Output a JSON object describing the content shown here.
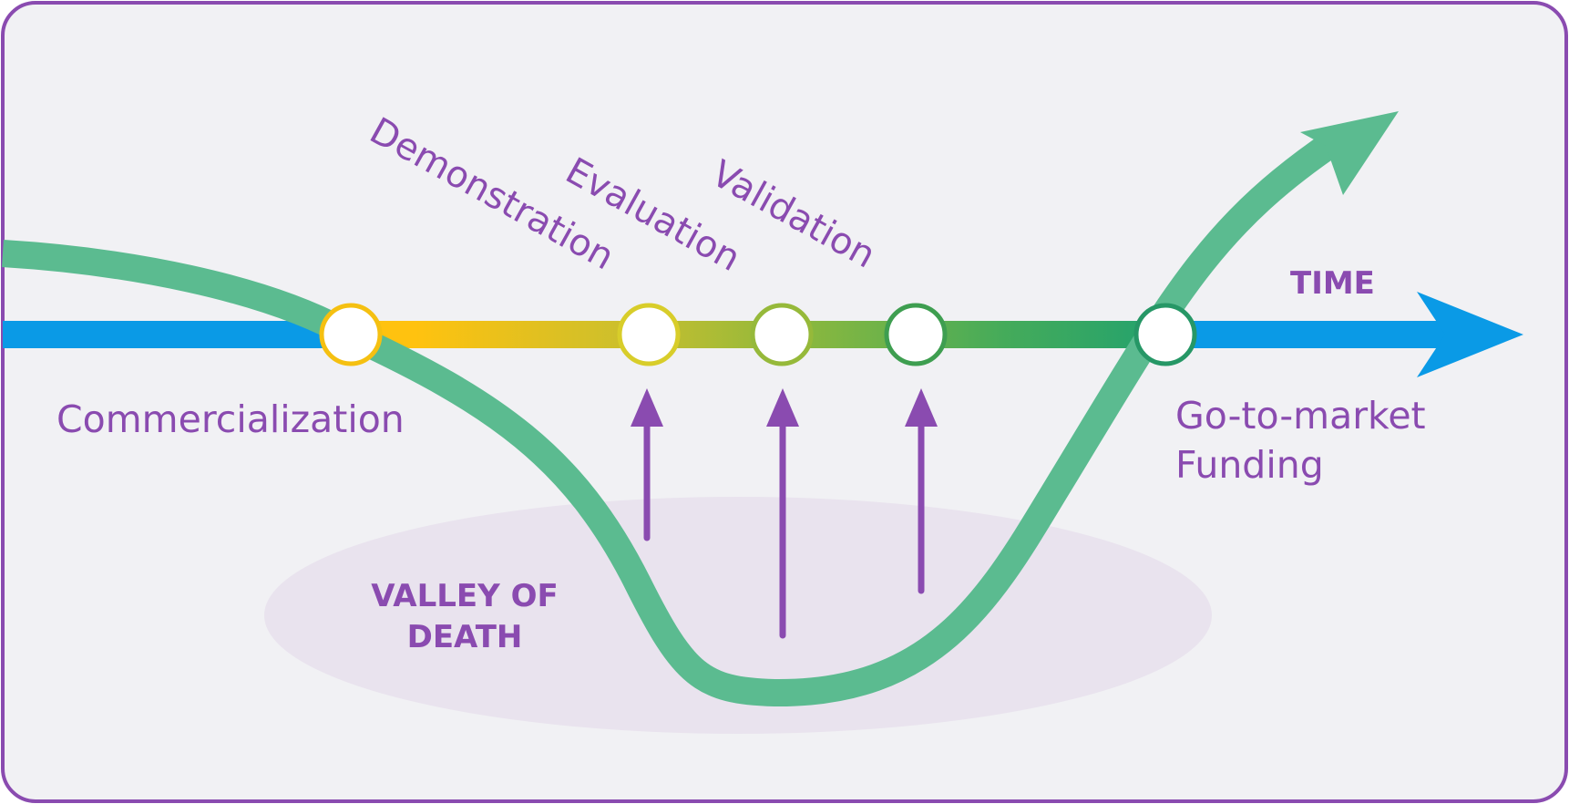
{
  "colors": {
    "frame_border": "#8a4bb0",
    "background": "#f1f1f4",
    "time_axis": "#0a9ae6",
    "curve": "#5bbb90",
    "valley_fill": "#e9e3ee",
    "label": "#8a4bb0",
    "stage_arrow": "#8a4bb0",
    "milestone_colors": [
      "#f5c011",
      "#d8cd2a",
      "#96b93a",
      "#3e9e50",
      "#269766"
    ]
  },
  "labels": {
    "commercialization": "Commercialization",
    "demonstration": "Demonstration",
    "evaluation": "Evaluation",
    "validation": "Validation",
    "time": "TIME",
    "go_to_market": "Go-to-market",
    "funding": "Funding",
    "valley_line1": "VALLEY OF",
    "valley_line2": "DEATH"
  }
}
